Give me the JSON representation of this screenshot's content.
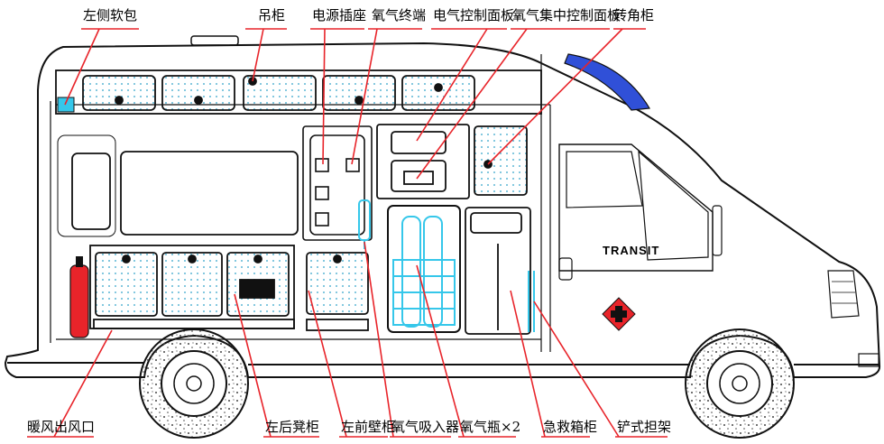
{
  "top_labels": [
    {
      "id": "left-soft-bag",
      "text": "左侧软包"
    },
    {
      "id": "hanging-cabinet",
      "text": "吊柜"
    },
    {
      "id": "power-socket",
      "text": "电源插座"
    },
    {
      "id": "oxygen-terminal",
      "text": "氧气终端"
    },
    {
      "id": "electrical-control-panel",
      "text": "电气控制面板"
    },
    {
      "id": "oxygen-central-control-panel",
      "text": "氧气集中控制面板"
    },
    {
      "id": "corner-cabinet",
      "text": "转角柜"
    }
  ],
  "bottom_labels": [
    {
      "id": "heater-outlet",
      "text": "暖风出风口"
    },
    {
      "id": "left-rear-seat-cabinet",
      "text": "左后凳柜"
    },
    {
      "id": "left-front-wall-cabinet",
      "text": "左前壁柜"
    },
    {
      "id": "oxygen-inhaler",
      "text": "氧气吸入器"
    },
    {
      "id": "oxygen-cylinder",
      "text": "氧气瓶×2"
    },
    {
      "id": "first-aid-cabinet",
      "text": "急救箱柜"
    },
    {
      "id": "shovel-stretcher",
      "text": "铲式担架"
    }
  ],
  "vehicle_badge": "TRANSIT",
  "colors": {
    "leader_line": "#e8242a",
    "outline": "#111111",
    "oxygen_cyan": "#35c7ea",
    "dot_pattern": "#2aa0c8",
    "roof_light": "#3050d8",
    "red_cross_diamond": "#e8242a",
    "extinguisher": "#e8242a"
  }
}
